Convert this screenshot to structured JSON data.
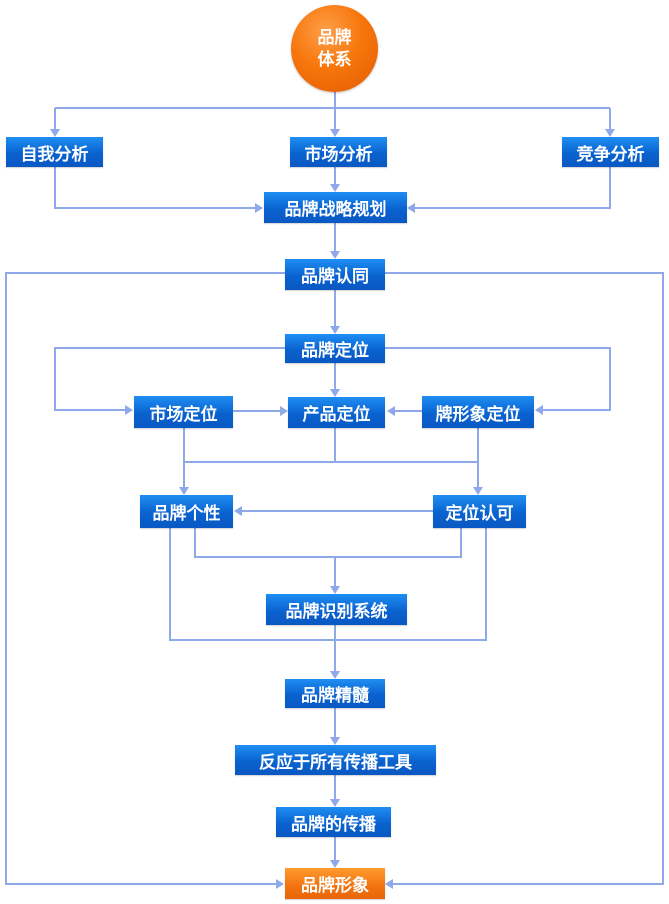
{
  "root": {
    "line1": "品牌",
    "line2": "体系"
  },
  "nodes": {
    "self_analysis": "自我分析",
    "market_analysis": "市场分析",
    "competition_analysis": "竞争分析",
    "brand_strategy_planning": "品牌战略规划",
    "brand_identity_acceptance": "品牌认同",
    "brand_positioning": "品牌定位",
    "market_positioning": "市场定位",
    "product_positioning": "产品定位",
    "brand_image_positioning": "牌形象定位",
    "brand_personality": "品牌个性",
    "positioning_recognition": "定位认可",
    "brand_identity_system": "品牌识别系统",
    "brand_essence": "品牌精髓",
    "apply_to_all_media": "反应于所有传播工具",
    "brand_communication": "品牌的传播",
    "brand_image": "品牌形象"
  },
  "colors": {
    "box_blue": "#0a62cf",
    "box_orange": "#f27210",
    "connector": "#8fa8ea"
  }
}
